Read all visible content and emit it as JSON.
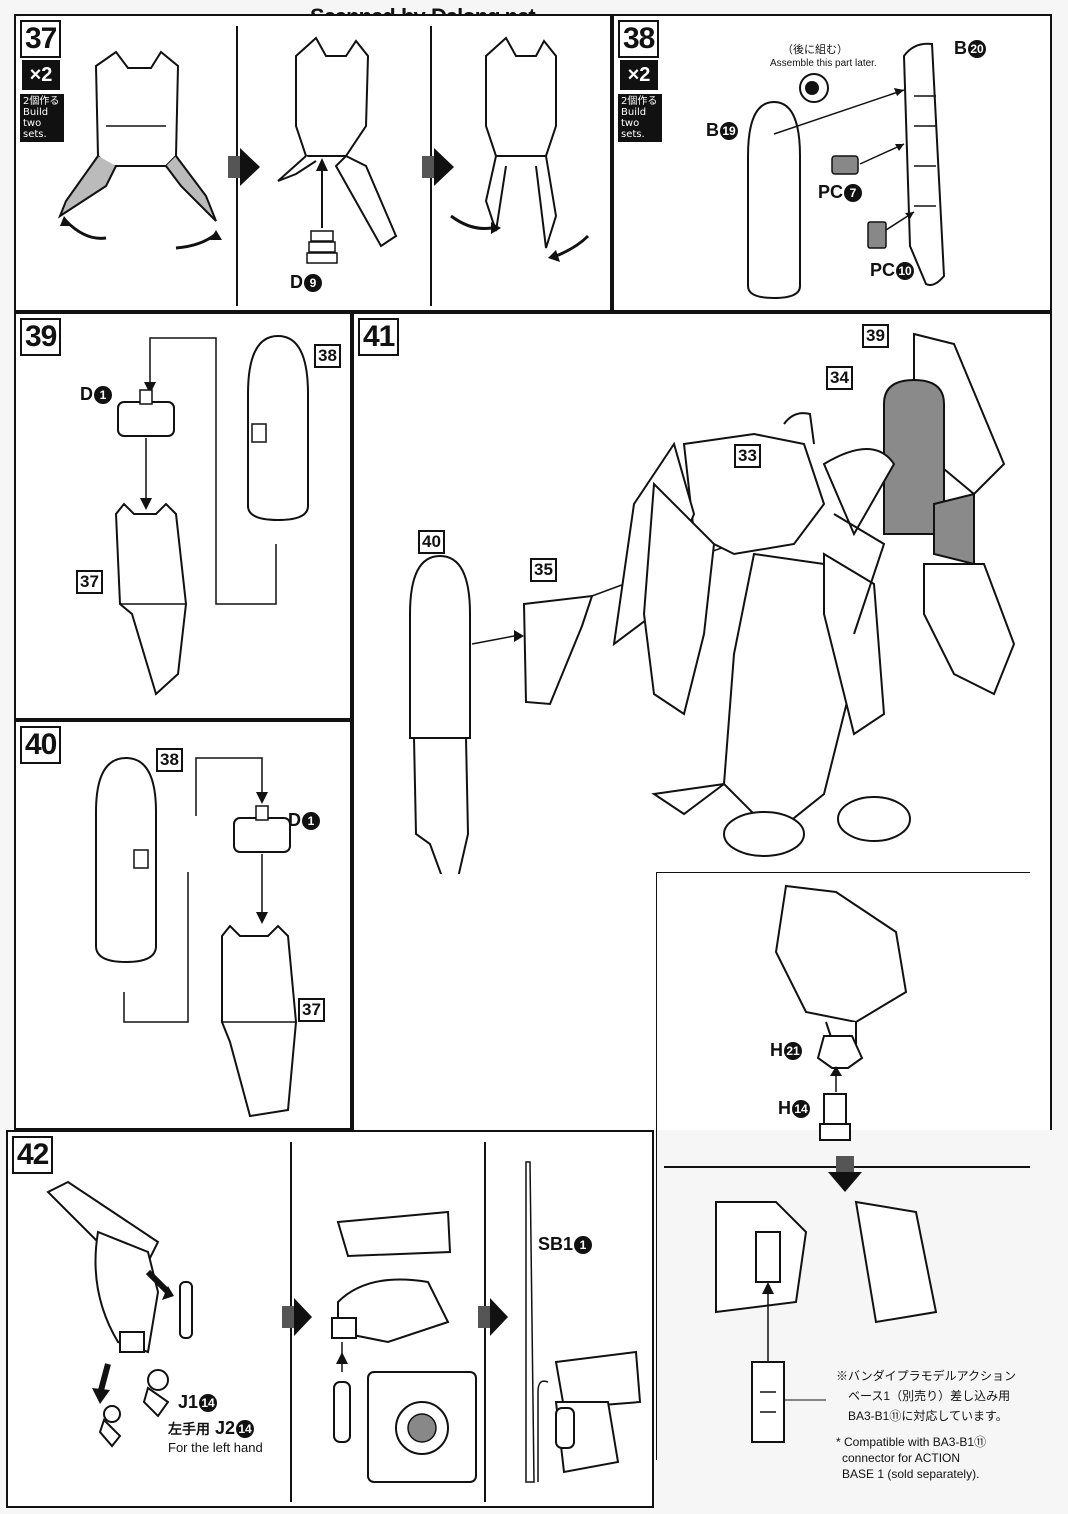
{
  "header": {
    "text": "Scanned-by-Dalong.net"
  },
  "steps": {
    "s37": {
      "num": "37",
      "multiplier": "×2",
      "note_jp": "2個作る",
      "note_en": "Build two sets.",
      "part_d": "D",
      "part_d_num": "9"
    },
    "s38": {
      "num": "38",
      "multiplier": "×2",
      "note_jp": "2個作る",
      "note_en": "Build two sets.",
      "later_jp": "（後に組む）",
      "later_en": "Assemble this part later.",
      "parts": [
        {
          "name": "B",
          "num": "20"
        },
        {
          "name": "B",
          "num": "19"
        },
        {
          "name": "PC",
          "num": "7"
        },
        {
          "name": "PC",
          "num": "10"
        }
      ]
    },
    "s39": {
      "num": "39",
      "part": "D",
      "part_num": "1",
      "ref_a": "38",
      "ref_b": "37"
    },
    "s40": {
      "num": "40",
      "part": "D",
      "part_num": "1",
      "ref_a": "38",
      "ref_b": "37"
    },
    "s41": {
      "num": "41",
      "refs": [
        "39",
        "34",
        "33",
        "40",
        "35"
      ]
    },
    "s42": {
      "num": "42",
      "part_j1": "J1",
      "part_j1_num": "14",
      "left_hand_jp": "左手用",
      "part_j2": "J2",
      "part_j2_num": "14",
      "left_hand_en": "For the left hand",
      "part_sb": "SB1",
      "part_sb_num": "1"
    }
  },
  "side": {
    "part_h21": "H",
    "part_h21_num": "21",
    "part_h14": "H",
    "part_h14_num": "14",
    "jp_line1": "※バンダイプラモデルアクション",
    "jp_line2": "ベース1（別売り）差し込み用",
    "jp_line3": "BA3-B1⑪に対応しています。",
    "en_line1": "* Compatible with BA3-B1⑪",
    "en_line2": "connector for ACTION",
    "en_line3": "BASE 1 (sold separately)."
  }
}
